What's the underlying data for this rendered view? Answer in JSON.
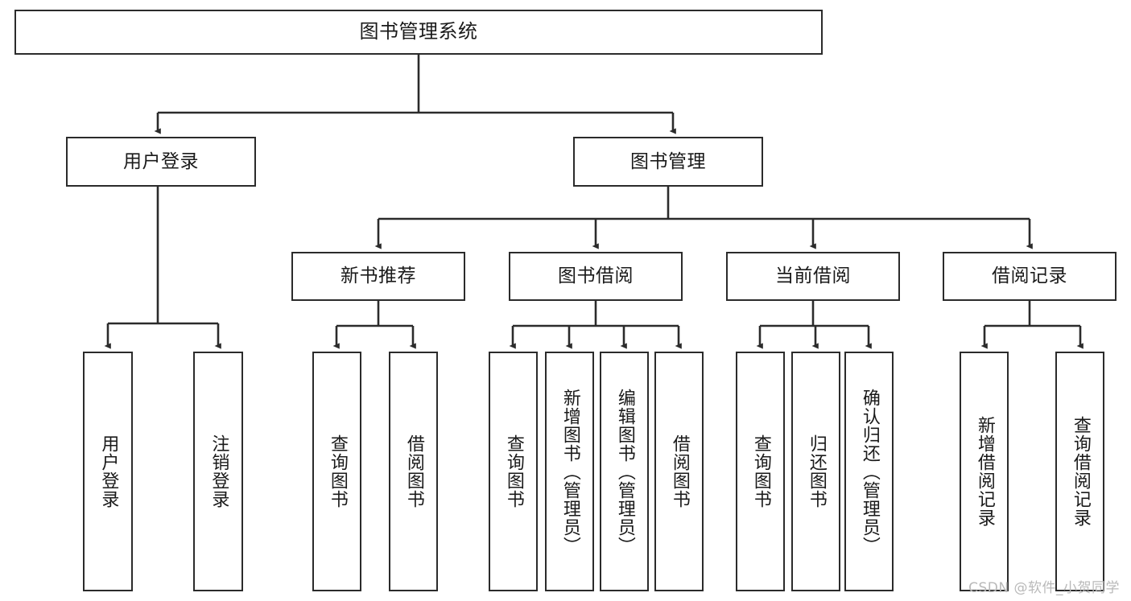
{
  "diagram": {
    "type": "tree-hierarchy-chart",
    "title": "图书管理系统",
    "watermark": "CSDN @软件_小贺同学",
    "colors": {
      "stroke": "#2b2b2b",
      "fill": "#ffffff",
      "text": "#1a1a1a",
      "watermark": "#b9b9b9"
    },
    "nodes": {
      "root": {
        "label": "图书管理系统",
        "level": 1
      },
      "l2": [
        {
          "label": "用户登录",
          "level": 2
        },
        {
          "label": "图书管理",
          "level": 2
        }
      ],
      "l3": [
        {
          "label": "新书推荐",
          "level": 3
        },
        {
          "label": "图书借阅",
          "level": 3
        },
        {
          "label": "当前借阅",
          "level": 3
        },
        {
          "label": "借阅记录",
          "level": 3
        }
      ],
      "leaves": {
        "user_login": [
          {
            "label": "用户登录"
          },
          {
            "label": "注销登录"
          }
        ],
        "new_book_recommend": [
          {
            "label": "查询图书"
          },
          {
            "label": "借阅图书"
          }
        ],
        "book_borrow": [
          {
            "label": "查询图书"
          },
          {
            "label": "新增图书（管理员）"
          },
          {
            "label": "编辑图书（管理员）"
          },
          {
            "label": "借阅图书"
          }
        ],
        "current_borrow": [
          {
            "label": "查询图书"
          },
          {
            "label": "归还图书"
          },
          {
            "label": "确认归还（管理员）"
          }
        ],
        "borrow_records": [
          {
            "label": "新增借阅记录"
          },
          {
            "label": "查询借阅记录"
          }
        ]
      }
    }
  }
}
